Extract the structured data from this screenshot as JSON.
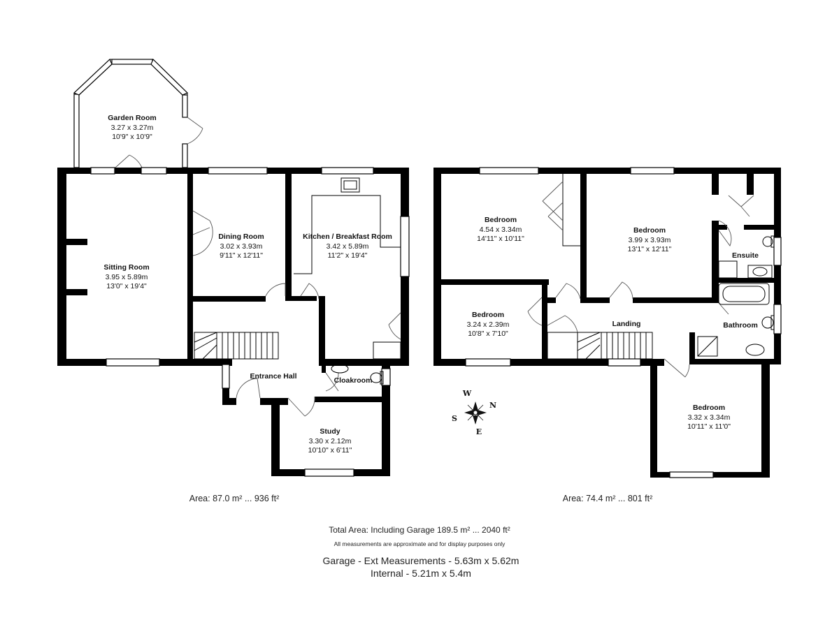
{
  "ground_floor": {
    "area": "Area: 87.0 m² ... 936 ft²",
    "rooms": {
      "garden_room": {
        "name": "Garden Room",
        "metric": "3.27 x 3.27m",
        "imperial": "10'9\" x 10'9\""
      },
      "sitting_room": {
        "name": "Sitting Room",
        "metric": "3.95 x 5.89m",
        "imperial": "13'0\" x 19'4\""
      },
      "dining_room": {
        "name": "Dining Room",
        "metric": "3.02 x 3.93m",
        "imperial": "9'11\" x 12'11\""
      },
      "kitchen": {
        "name": "Kitchen / Breakfast Room",
        "metric": "3.42 x 5.89m",
        "imperial": "11'2\" x 19'4\""
      },
      "entrance_hall": {
        "name": "Entrance Hall"
      },
      "cloakroom": {
        "name": "Cloakroom"
      },
      "study": {
        "name": "Study",
        "metric": "3.30 x 2.12m",
        "imperial": "10'10\" x 6'11\""
      }
    }
  },
  "first_floor": {
    "area": "Area: 74.4 m² ... 801 ft²",
    "rooms": {
      "bedroom_1": {
        "name": "Bedroom",
        "metric": "4.54 x 3.34m",
        "imperial": "14'11\" x 10'11\""
      },
      "bedroom_2": {
        "name": "Bedroom",
        "metric": "3.99 x 3.93m",
        "imperial": "13'1\" x 12'11\""
      },
      "ensuite": {
        "name": "Ensuite"
      },
      "bedroom_3": {
        "name": "Bedroom",
        "metric": "3.24 x 2.39m",
        "imperial": "10'8\" x 7'10\""
      },
      "landing": {
        "name": "Landing"
      },
      "bathroom": {
        "name": "Bathroom"
      },
      "bedroom_4": {
        "name": "Bedroom",
        "metric": "3.32 x 3.34m",
        "imperial": "10'11\" x 11'0\""
      }
    }
  },
  "compass": {
    "n": "N",
    "s": "S",
    "e": "E",
    "w": "W"
  },
  "footer": {
    "total_area": "Total Area: Including Garage 189.5 m² ... 2040 ft²",
    "disclaimer": "All measurements are approximate and for display purposes only",
    "garage_ext": "Garage - Ext Measurements - 5.63m x 5.62m",
    "garage_int": "Internal - 5.21m x 5.4m"
  }
}
